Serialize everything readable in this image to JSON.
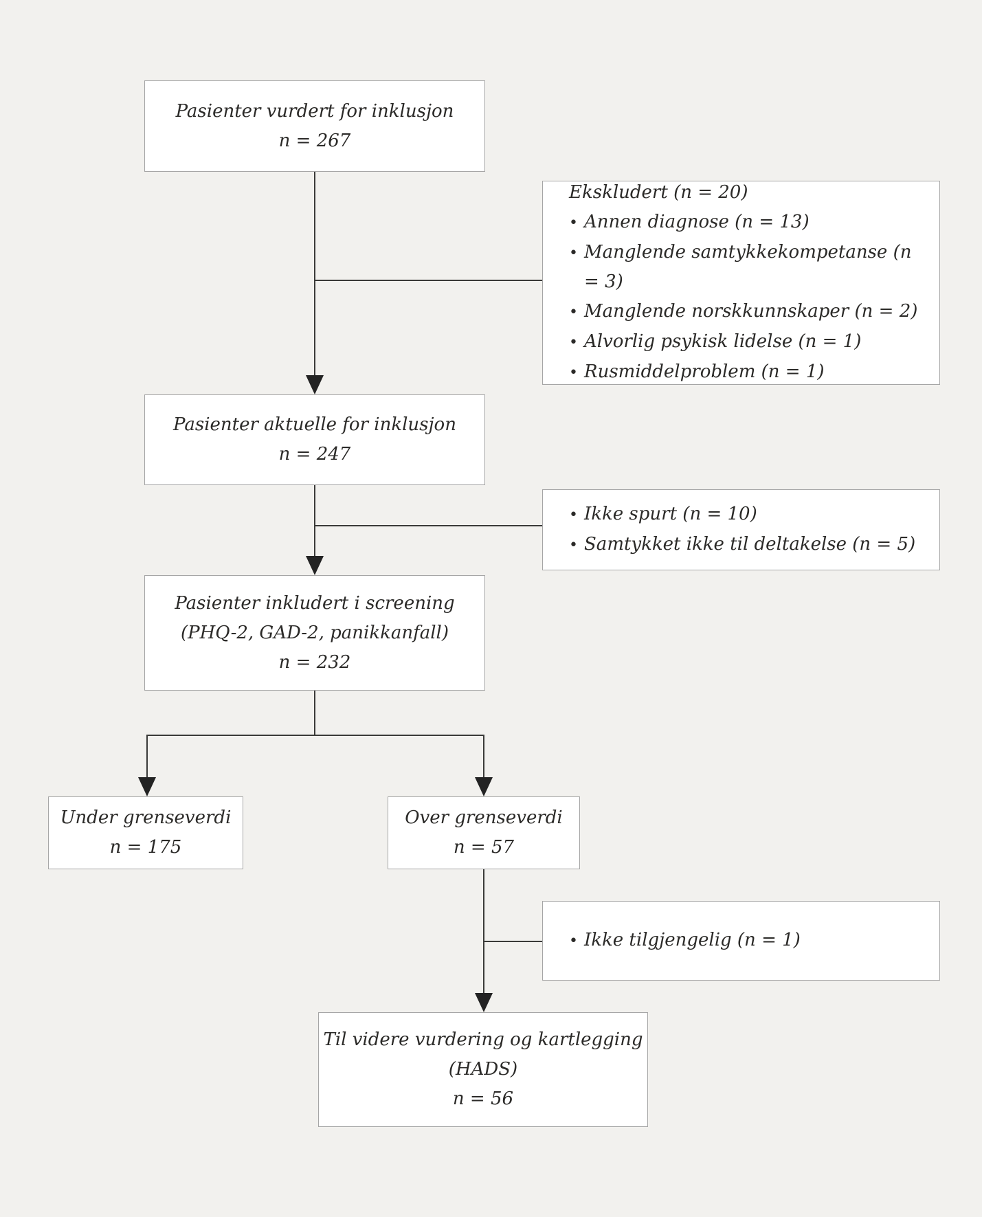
{
  "colors": {
    "background": "#f2f1ee",
    "box_bg": "#ffffff",
    "box_border": "#a6a6a6",
    "line": "#3a3a38",
    "arrow": "#232323",
    "text": "#2b2a28"
  },
  "bullets": {
    "glyph": "•"
  },
  "flow": {
    "assessed": {
      "line1": "Pasienter vurdert for inklusjon",
      "line2": "n = 267"
    },
    "excluded": {
      "title": "Ekskludert (n = 20)",
      "items": [
        "Annen diagnose (n = 13)",
        "Manglende samtykkekompetanse (n = 3)",
        "Manglende norskkunnskaper (n = 2)",
        "Alvorlig psykisk lidelse (n = 1)",
        "Rusmiddelproblem (n = 1)"
      ]
    },
    "eligible": {
      "line1": "Pasienter aktuelle for inklusjon",
      "line2": "n = 247"
    },
    "not_asked": {
      "items": [
        "Ikke spurt (n = 10)",
        "Samtykket ikke til deltakelse (n = 5)"
      ]
    },
    "screened": {
      "line1": "Pasienter inkludert i screening",
      "line2": "(PHQ-2, GAD-2, panikkanfall)",
      "line3": "n = 232"
    },
    "below_cutoff": {
      "line1": "Under grenseverdi",
      "line2": "n = 175"
    },
    "above_cutoff": {
      "line1": "Over grenseverdi",
      "line2": "n = 57"
    },
    "unavailable": {
      "items": [
        "Ikke tilgjengelig (n = 1)"
      ]
    },
    "further_assessment": {
      "line1": "Til videre vurdering og kartlegging",
      "line2": "(HADS)",
      "line3": "n = 56"
    }
  }
}
